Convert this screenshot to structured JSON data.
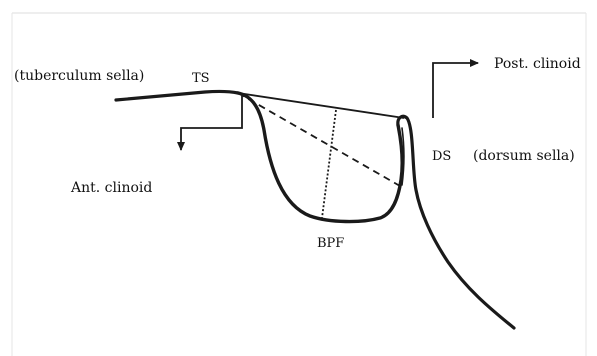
{
  "labels": {
    "tuberculum": "(tuberculum sella)",
    "ts": "TS",
    "post_clinoid": "Post. clinoid",
    "ant_clinoid": "Ant. clinoid",
    "ds": "DS",
    "dorsum": "(dorsum sella)",
    "bpf": "BPF"
  },
  "colors": {
    "stroke": "#1a1a1a",
    "frame": "#d9d9d9",
    "background": "#ffffff"
  }
}
